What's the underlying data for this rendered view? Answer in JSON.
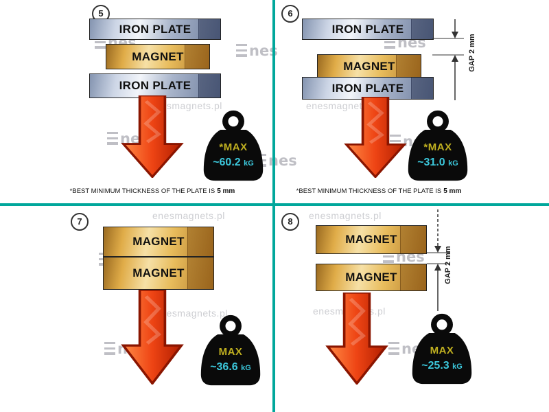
{
  "watermark": {
    "site": "enesmagnets.pl",
    "logo": "nes"
  },
  "quadrants": [
    {
      "number": "5",
      "top_plate": "IRON PLATE",
      "magnet": "MAGNET",
      "bottom_plate": "IRON PLATE",
      "weight": {
        "max": "*MAX",
        "value": "~60.2",
        "unit": "kG"
      },
      "footnote": {
        "text": "*BEST MINIMUM THICKNESS OF THE PLATE IS",
        "bold": "5 mm"
      }
    },
    {
      "number": "6",
      "top_plate": "IRON PLATE",
      "magnet": "MAGNET",
      "bottom_plate": "IRON PLATE",
      "gap": "GAP 2 mm",
      "weight": {
        "max": "*MAX",
        "value": "~31.0",
        "unit": "kG"
      },
      "footnote": {
        "text": "*BEST MINIMUM THICKNESS OF THE PLATE IS",
        "bold": "5 mm"
      }
    },
    {
      "number": "7",
      "top_magnet": "MAGNET",
      "bottom_magnet": "MAGNET",
      "weight": {
        "max": "MAX",
        "value": "~36.6",
        "unit": "kG"
      }
    },
    {
      "number": "8",
      "top_magnet": "MAGNET",
      "bottom_magnet": "MAGNET",
      "gap": "GAP 2 mm",
      "weight": {
        "max": "MAX",
        "value": "~25.3",
        "unit": "kG"
      }
    }
  ],
  "colors": {
    "divider_teal": "#00a79b",
    "arrow_red": "#e8380d",
    "max_yellow": "#c0b020",
    "value_cyan": "#3cc8dc",
    "iron_blue": "#a8b4ca",
    "magnet_gold": "#e0ac48"
  }
}
